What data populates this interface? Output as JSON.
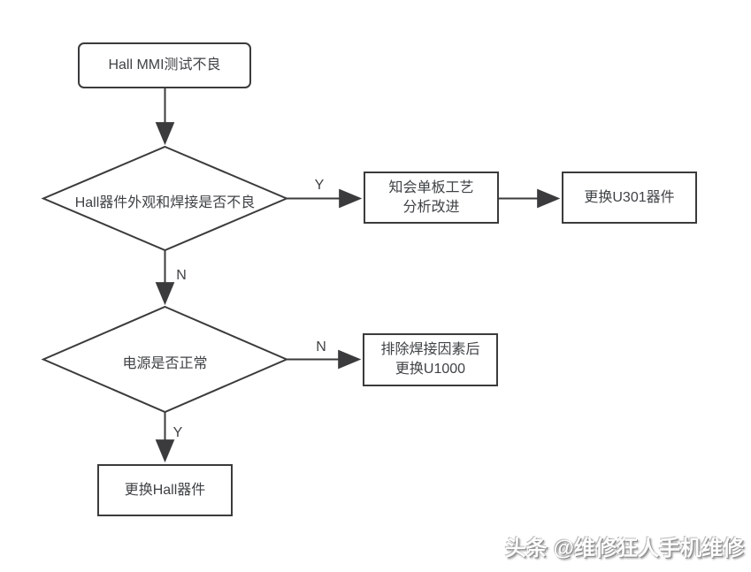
{
  "flowchart": {
    "colors": {
      "line": "#3b3b3d",
      "text": "#3f4245",
      "background": "#ffffff"
    },
    "nodes": {
      "start": {
        "label": "Hall MMI测试不良"
      },
      "decision1": {
        "label": "Hall器件外观和焊接是否不良"
      },
      "process1": {
        "line1": "知会单板工艺",
        "line2": "分析改进"
      },
      "process2": {
        "label": "更换U301器件"
      },
      "decision2": {
        "label": "电源是否正常"
      },
      "process3": {
        "line1": "排除焊接因素后",
        "line2": "更换U1000"
      },
      "process4": {
        "label": "更换Hall器件"
      }
    },
    "edge_labels": {
      "decision1_yes": "Y",
      "decision1_no": "N",
      "decision2_no": "N",
      "decision2_yes": "Y"
    }
  },
  "watermark": {
    "text": "头条 @维修狂人手机维修"
  }
}
